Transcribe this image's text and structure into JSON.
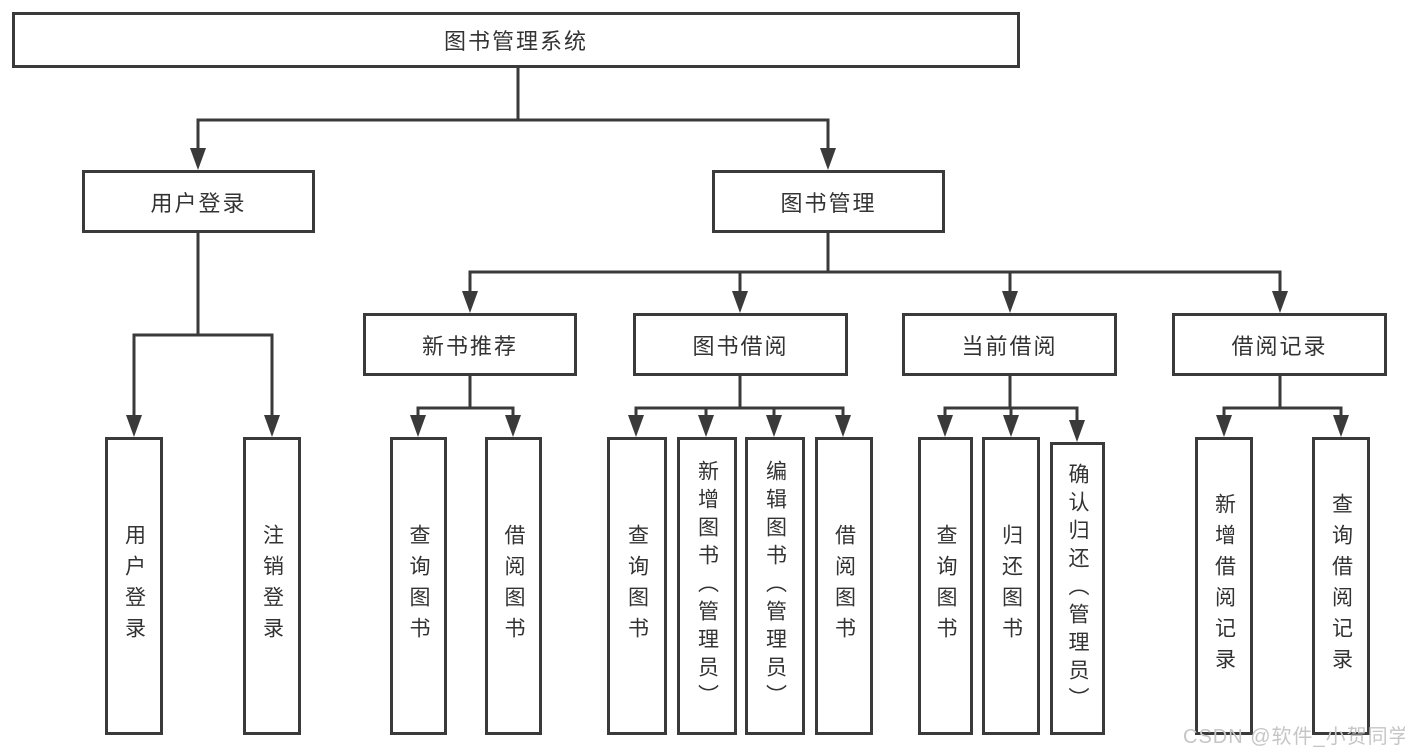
{
  "title": "图书管理系统",
  "watermark": "CSDN @软件_小贺同学",
  "colors": {
    "line": "#3a3a3a",
    "text": "#333333",
    "box_background": "#ffffff",
    "watermark": "#c6c6c6"
  },
  "tree": {
    "label": "图书管理系统",
    "children": [
      {
        "label": "用户登录",
        "children": [
          {
            "label": "用户登录"
          },
          {
            "label": "注销登录"
          }
        ]
      },
      {
        "label": "图书管理",
        "children": [
          {
            "label": "新书推荐",
            "children": [
              {
                "label": "查询图书"
              },
              {
                "label": "借阅图书"
              }
            ]
          },
          {
            "label": "图书借阅",
            "children": [
              {
                "label": "查询图书"
              },
              {
                "label": "新增图书（管理员）"
              },
              {
                "label": "编辑图书（管理员）"
              },
              {
                "label": "借阅图书"
              }
            ]
          },
          {
            "label": "当前借阅",
            "children": [
              {
                "label": "查询图书"
              },
              {
                "label": "归还图书"
              },
              {
                "label": "确认归还（管理员）"
              }
            ]
          },
          {
            "label": "借阅记录",
            "children": [
              {
                "label": "新增借阅记录"
              },
              {
                "label": "查询借阅记录"
              }
            ]
          }
        ]
      }
    ]
  }
}
